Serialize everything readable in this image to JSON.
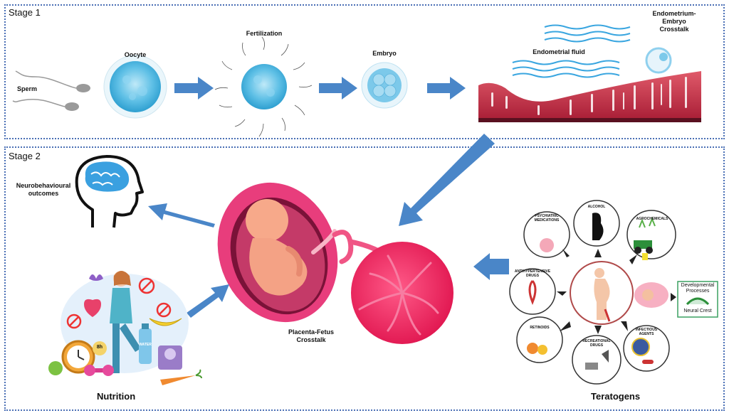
{
  "stage1": {
    "label": "Stage 1"
  },
  "stage2": {
    "label": "Stage 2"
  },
  "labels": {
    "sperm": "Sperm",
    "oocyte": "Oocyte",
    "fertilization": "Fertilization",
    "embryo": "Embryo",
    "endometrial_fluid": "Endometrial fluid",
    "crosstalk1": [
      "Endometrium-",
      "Embryo",
      "Crosstalk"
    ],
    "neuro": [
      "Neurobehavioural",
      "outcomes"
    ],
    "placenta": [
      "Placenta-Fetus",
      "Crosstalk"
    ],
    "nutrition": "Nutrition",
    "teratogens": "Teratogens",
    "developmental": [
      "Developmental",
      "Processes"
    ],
    "neural_crest": "Neural Crest",
    "nutrition_items": {
      "clock_label": "8h",
      "water_label": "WATER"
    }
  },
  "teratogen_items": [
    [
      "PSYCHIATRIC",
      "MEDICATIONS"
    ],
    [
      "ALCOHOL"
    ],
    [
      "AGROCHEMICALS"
    ],
    [
      "ANTIHYPERTENSIVE",
      "DRUGS"
    ],
    [
      "RETINOIDS"
    ],
    [
      "RECREATIONAL",
      "DRUGS"
    ],
    [
      "INFECTIOUS",
      "AGENTS"
    ]
  ],
  "colors": {
    "arrow": "#4a86c8",
    "border": "#4a6fb5",
    "cell": "#6ec3e8",
    "pink": "#e8336b",
    "endometrium": "#b83046"
  }
}
